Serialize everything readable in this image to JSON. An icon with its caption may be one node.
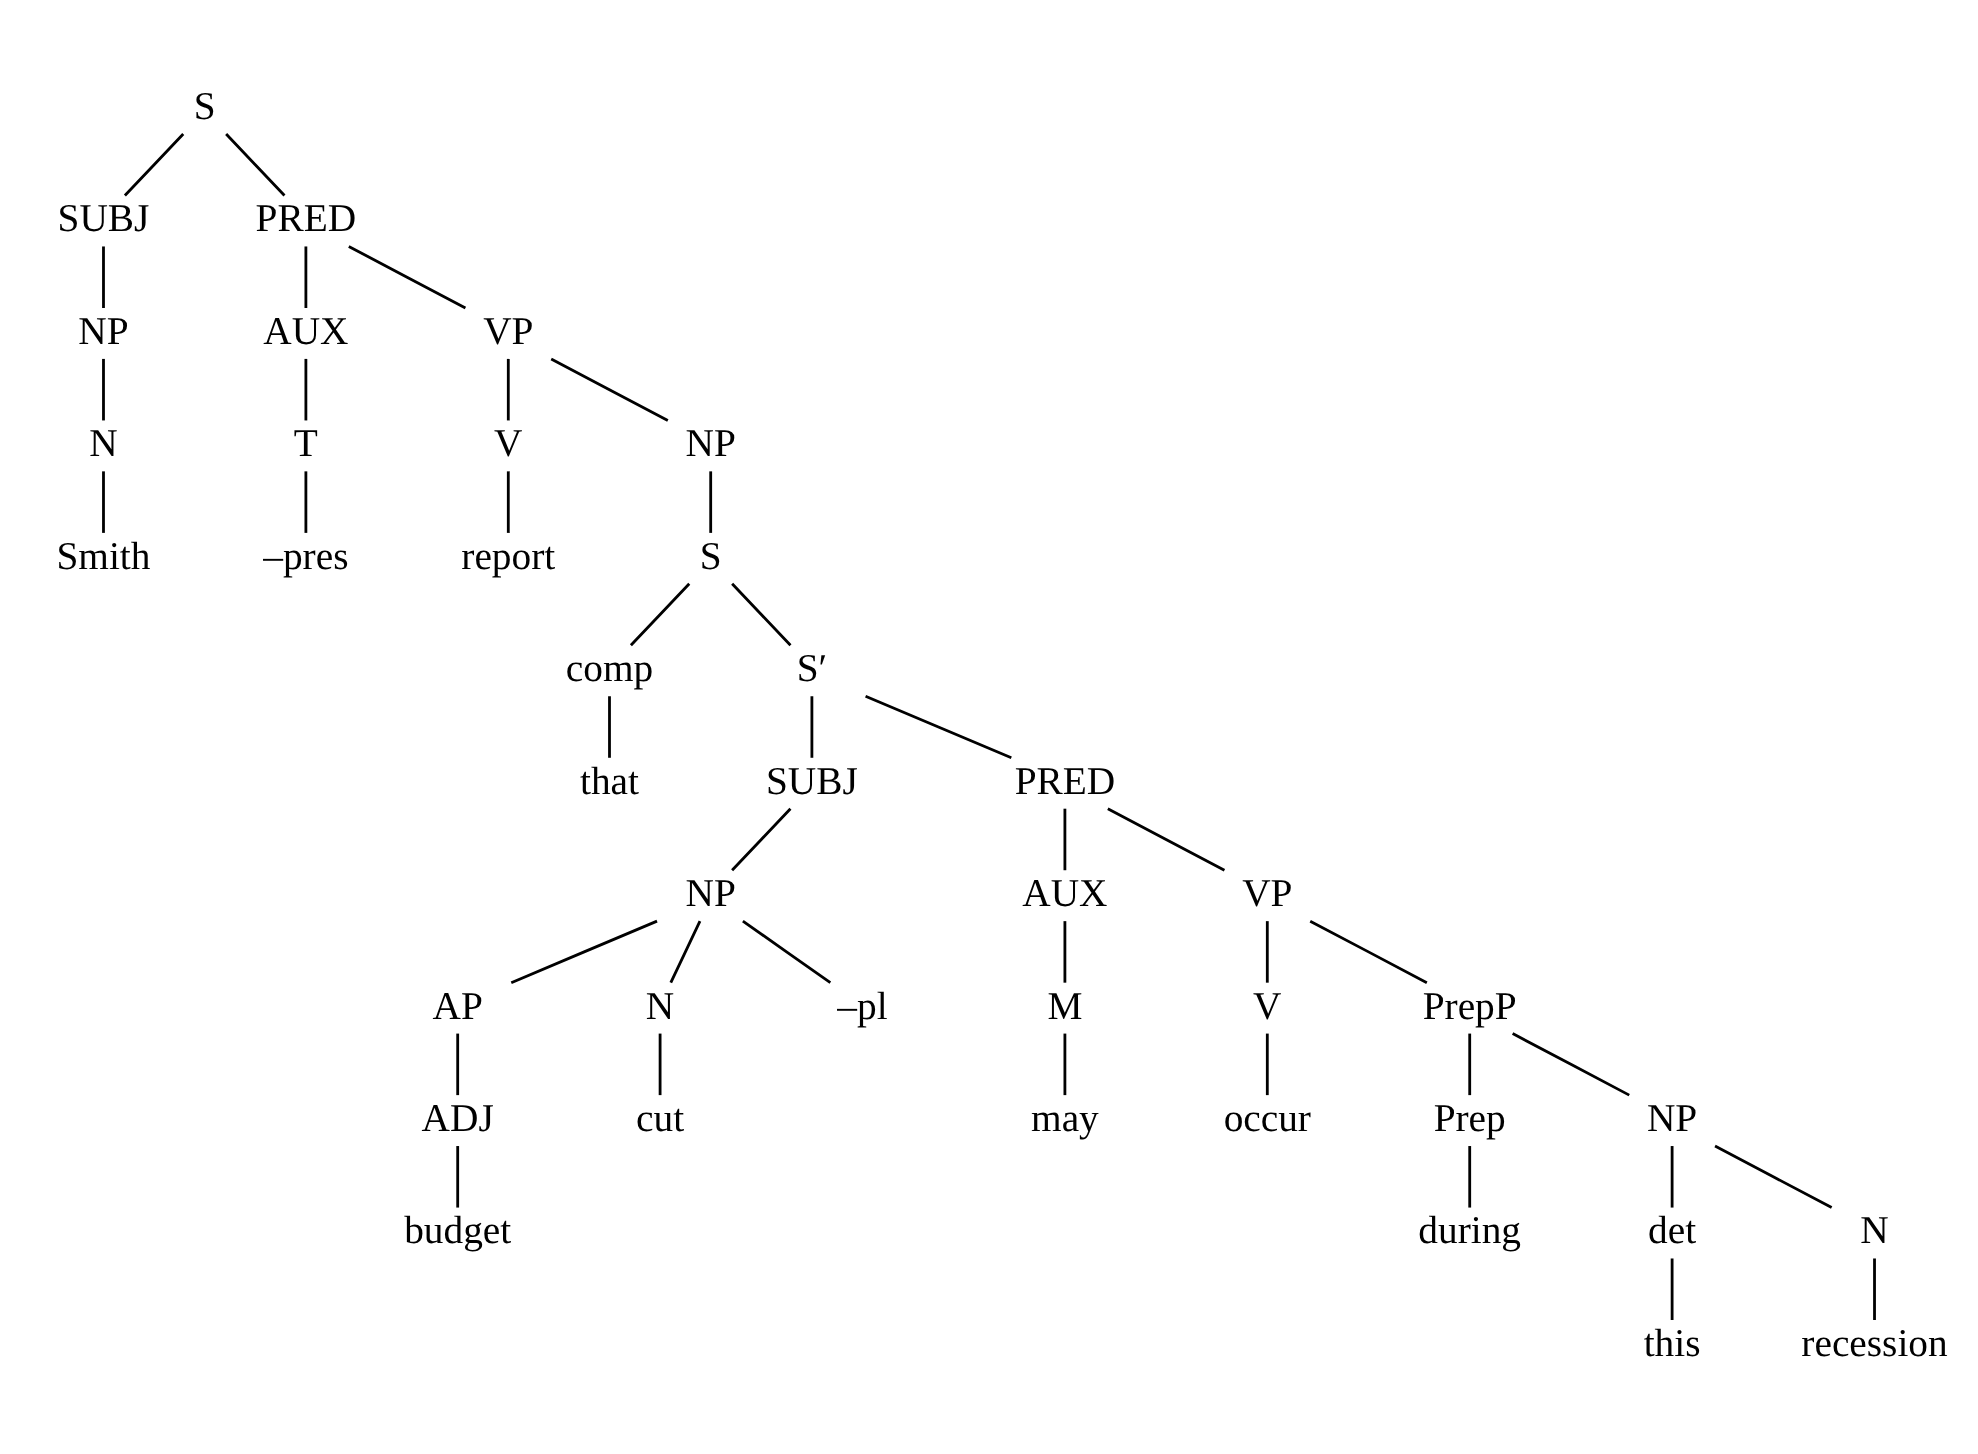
{
  "diagram": {
    "nodes": [
      {
        "text": [
          "S"
        ]
      },
      {
        "text": [
          "SUBJ"
        ]
      },
      {
        "text": [
          "NP"
        ]
      },
      {
        "text": [
          "N"
        ]
      },
      {
        "text": [
          "Smith"
        ]
      },
      {
        "text": [
          "PRED"
        ]
      },
      {
        "text": [
          "AUX"
        ]
      },
      {
        "text": [
          "T"
        ]
      },
      {
        "text": [
          "–pres"
        ]
      },
      {
        "text": [
          "VP"
        ]
      },
      {
        "text": [
          "V"
        ]
      },
      {
        "text": [
          "report"
        ]
      },
      {
        "text": [
          "NP"
        ]
      },
      {
        "text": [
          "S"
        ]
      },
      {
        "text": [
          "comp"
        ]
      },
      {
        "text": [
          "that"
        ]
      },
      {
        "text": [
          "S′"
        ]
      },
      {
        "text": [
          "SUBJ"
        ]
      },
      {
        "text": [
          "NP"
        ]
      },
      {
        "text": [
          "AP"
        ]
      },
      {
        "text": [
          "ADJ"
        ]
      },
      {
        "text": [
          "budget"
        ]
      },
      {
        "text": [
          "N"
        ]
      },
      {
        "text": [
          "cut"
        ]
      },
      {
        "text": [
          "–pl"
        ]
      },
      {
        "text": [
          "PRED"
        ]
      },
      {
        "text": [
          "AUX"
        ]
      },
      {
        "text": [
          "M"
        ]
      },
      {
        "text": [
          "may"
        ]
      },
      {
        "text": [
          "VP"
        ]
      },
      {
        "text": [
          "V"
        ]
      },
      {
        "text": [
          "occur"
        ]
      },
      {
        "text": [
          "PrepP"
        ]
      },
      {
        "text": [
          "Prep"
        ]
      },
      {
        "text": [
          "during"
        ]
      },
      {
        "text": [
          "NP"
        ]
      },
      {
        "text": [
          "det"
        ]
      },
      {
        "text": [
          "this"
        ]
      },
      {
        "text": [
          "N"
        ]
      },
      {
        "text": [
          "recession"
        ]
      }
    ],
    "edges": [
      {
        "from": 0,
        "to": 1,
        "arrow": "none"
      },
      {
        "from": 1,
        "to": 2,
        "arrow": "none"
      },
      {
        "from": 2,
        "to": 3,
        "arrow": "none"
      },
      {
        "from": 3,
        "to": 4,
        "arrow": "none"
      },
      {
        "from": 0,
        "to": 5,
        "arrow": "none"
      },
      {
        "from": 5,
        "to": 6,
        "arrow": "none"
      },
      {
        "from": 6,
        "to": 7,
        "arrow": "none"
      },
      {
        "from": 7,
        "to": 8,
        "arrow": "none"
      },
      {
        "from": 5,
        "to": 9,
        "arrow": "none"
      },
      {
        "from": 9,
        "to": 10,
        "arrow": "none"
      },
      {
        "from": 10,
        "to": 11,
        "arrow": "none"
      },
      {
        "from": 9,
        "to": 12,
        "arrow": "none"
      },
      {
        "from": 12,
        "to": 13,
        "arrow": "none"
      },
      {
        "from": 13,
        "to": 14,
        "arrow": "none"
      },
      {
        "from": 14,
        "to": 15,
        "arrow": "none"
      },
      {
        "from": 13,
        "to": 16,
        "arrow": "none"
      },
      {
        "from": 16,
        "to": 17,
        "arrow": "none"
      },
      {
        "from": 17,
        "to": 18,
        "arrow": "none"
      },
      {
        "from": 18,
        "to": 19,
        "arrow": "none"
      },
      {
        "from": 19,
        "to": 20,
        "arrow": "none"
      },
      {
        "from": 20,
        "to": 21,
        "arrow": "none"
      },
      {
        "from": 18,
        "to": 22,
        "arrow": "none"
      },
      {
        "from": 22,
        "to": 23,
        "arrow": "none"
      },
      {
        "from": 18,
        "to": 24,
        "arrow": "none"
      },
      {
        "from": 16,
        "to": 25,
        "arrow": "none"
      },
      {
        "from": 25,
        "to": 26,
        "arrow": "none"
      },
      {
        "from": 26,
        "to": 27,
        "arrow": "none"
      },
      {
        "from": 27,
        "to": 28,
        "arrow": "none"
      },
      {
        "from": 25,
        "to": 29,
        "arrow": "none"
      },
      {
        "from": 29,
        "to": 30,
        "arrow": "none"
      },
      {
        "from": 30,
        "to": 31,
        "arrow": "none"
      },
      {
        "from": 29,
        "to": 32,
        "arrow": "none"
      },
      {
        "from": 32,
        "to": 33,
        "arrow": "none"
      },
      {
        "from": 33,
        "to": 34,
        "arrow": "none"
      },
      {
        "from": 32,
        "to": 35,
        "arrow": "none"
      },
      {
        "from": 35,
        "to": 36,
        "arrow": "none"
      },
      {
        "from": 36,
        "to": 37,
        "arrow": "none"
      },
      {
        "from": 35,
        "to": 38,
        "arrow": "none"
      },
      {
        "from": 38,
        "to": 39,
        "arrow": "none"
      }
    ]
  }
}
